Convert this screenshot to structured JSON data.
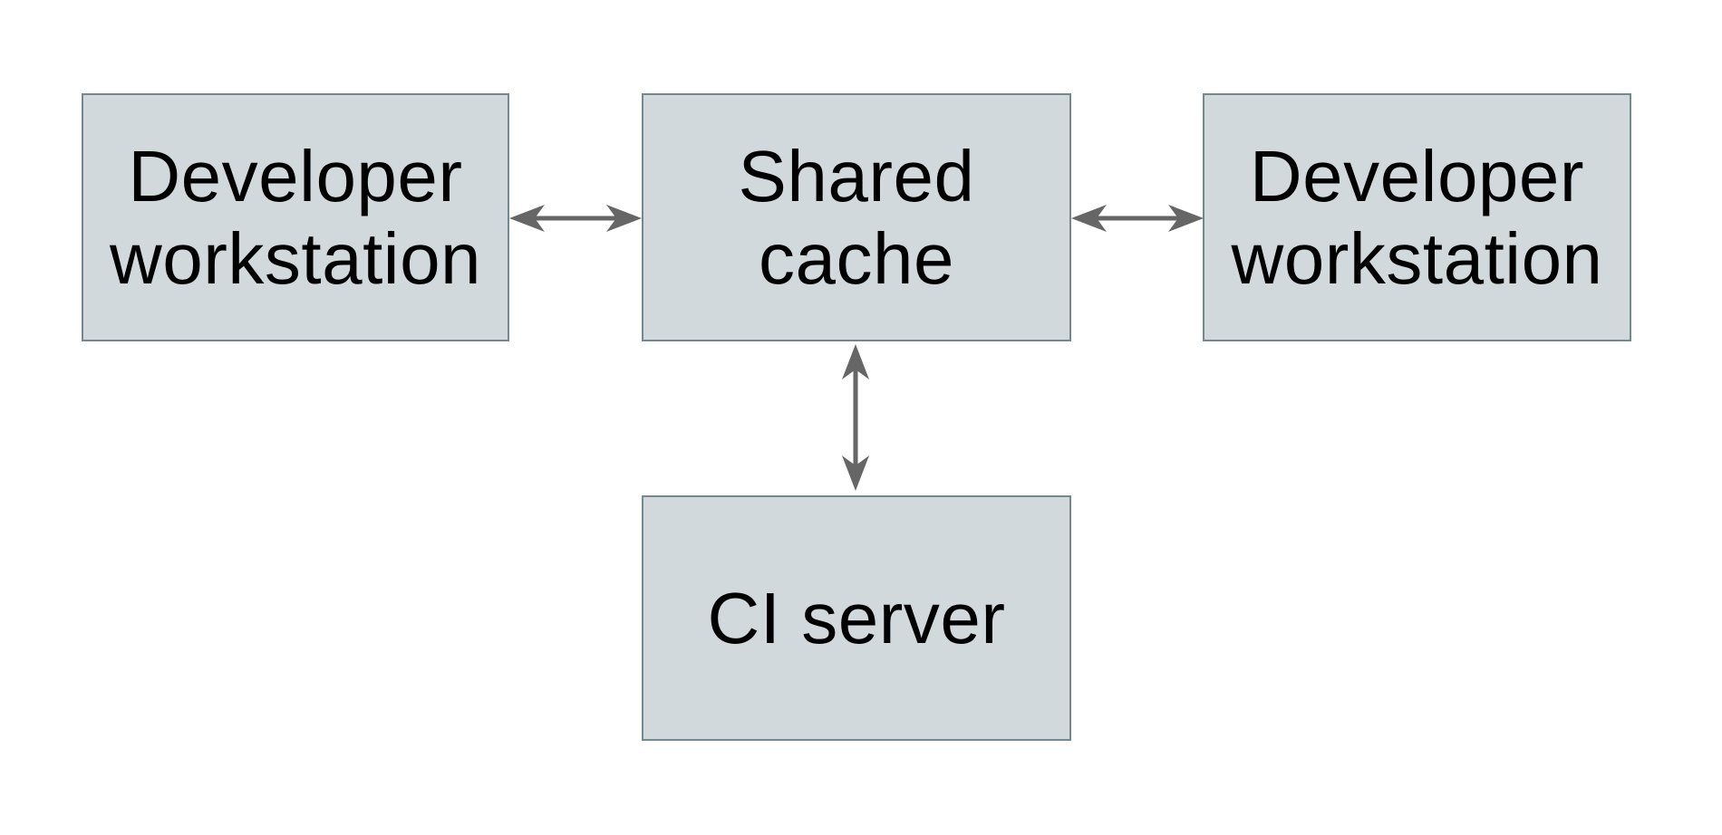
{
  "colors": {
    "page_bg": "#ffffff",
    "box_fill": "#d2d9dc",
    "box_border": "#748892",
    "arrow_color": "#666666",
    "text_color": "#000000"
  },
  "nodes": [
    {
      "id": "developer-workstation-left",
      "label": "Developer\nworkstation"
    },
    {
      "id": "shared-cache",
      "label": "Shared\ncache"
    },
    {
      "id": "developer-workstation-right",
      "label": "Developer\nworkstation"
    },
    {
      "id": "ci-server",
      "label": "CI server"
    }
  ],
  "edges": [
    {
      "from": "developer-workstation-left",
      "to": "shared-cache",
      "type": "bidirectional-arrow"
    },
    {
      "from": "shared-cache",
      "to": "developer-workstation-right",
      "type": "bidirectional-arrow"
    },
    {
      "from": "shared-cache",
      "to": "ci-server",
      "type": "bidirectional-arrow"
    }
  ]
}
